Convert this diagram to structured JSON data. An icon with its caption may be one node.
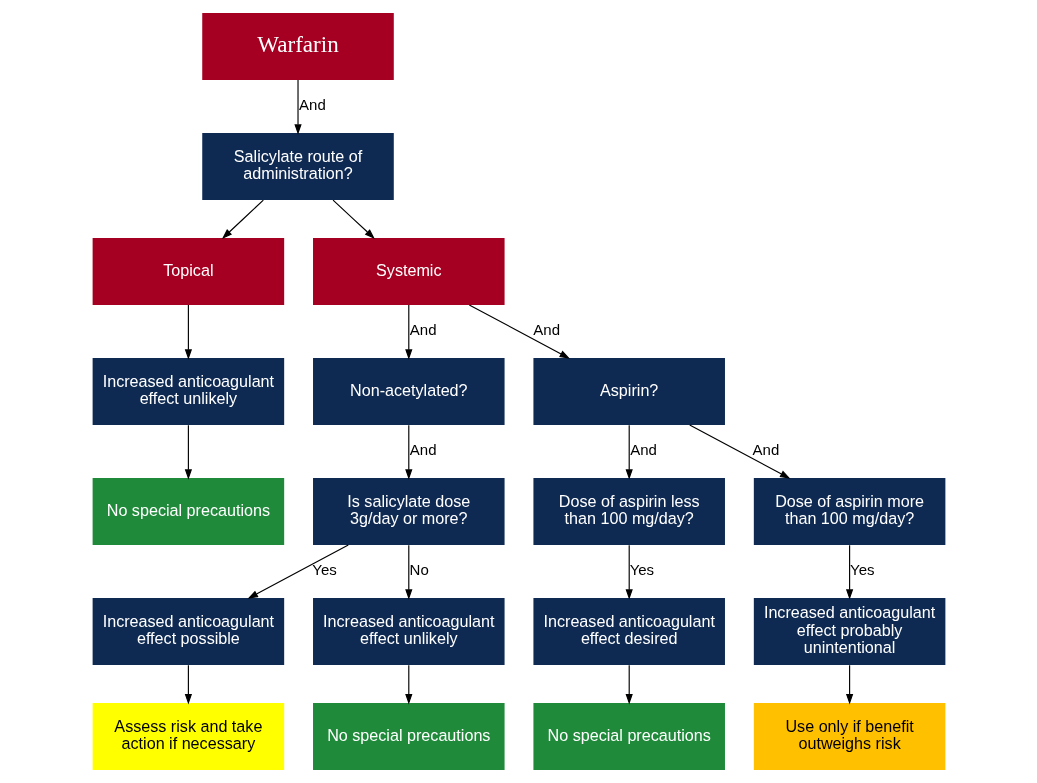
{
  "diagram": {
    "nodes": [
      {
        "text": [
          "Warfarin"
        ]
      },
      {
        "text": [
          "Salicylate route of administration?"
        ]
      },
      {
        "text": [
          "Topical"
        ]
      },
      {
        "text": [
          "Systemic"
        ]
      },
      {
        "text": [
          "Increased anticoagulant effect unlikely"
        ]
      },
      {
        "text": [
          "No special precautions"
        ]
      },
      {
        "text": [
          "Non-acetylated?"
        ]
      },
      {
        "text": [
          "Aspirin?"
        ]
      },
      {
        "text": [
          "Is salicylate dose 3g/day or more?"
        ]
      },
      {
        "text": [
          "Dose of aspirin less than 100 mg/day?"
        ]
      },
      {
        "text": [
          "Dose of aspirin more than 100 mg/day?"
        ]
      },
      {
        "text": [
          "Increased anticoagulant effect possible"
        ]
      },
      {
        "text": [
          "Increased anticoagulant effect unlikely"
        ]
      },
      {
        "text": [
          "Increased anticoagulant effect desired"
        ]
      },
      {
        "text": [
          "Increased anticoagulant effect probably unintentional"
        ]
      },
      {
        "text": [
          "Assess risk and take action if necessary"
        ]
      },
      {
        "text": [
          "No special precautions"
        ]
      },
      {
        "text": [
          "No special precautions"
        ]
      },
      {
        "text": [
          "Use only if benefit outweighs risk"
        ]
      }
    ],
    "edges": [
      {
        "from": 0,
        "to": 1,
        "arrow": "to",
        "label": "And"
      },
      {
        "from": 1,
        "to": 2,
        "arrow": "to"
      },
      {
        "from": 1,
        "to": 3,
        "arrow": "to"
      },
      {
        "from": 2,
        "to": 4,
        "arrow": "to"
      },
      {
        "from": 4,
        "to": 5,
        "arrow": "to"
      },
      {
        "from": 3,
        "to": 6,
        "arrow": "to",
        "label": "And"
      },
      {
        "from": 3,
        "to": 7,
        "arrow": "to",
        "label": "And"
      },
      {
        "from": 6,
        "to": 8,
        "arrow": "to",
        "label": "And"
      },
      {
        "from": 7,
        "to": 9,
        "arrow": "to",
        "label": "And"
      },
      {
        "from": 7,
        "to": 10,
        "arrow": "to",
        "label": "And"
      },
      {
        "from": 8,
        "to": 11,
        "arrow": "to",
        "label": "Yes"
      },
      {
        "from": 8,
        "to": 12,
        "arrow": "to",
        "label": "No"
      },
      {
        "from": 9,
        "to": 13,
        "arrow": "to",
        "label": "Yes"
      },
      {
        "from": 10,
        "to": 14,
        "arrow": "to",
        "label": "Yes"
      },
      {
        "from": 11,
        "to": 15,
        "arrow": "to"
      },
      {
        "from": 12,
        "to": 16,
        "arrow": "to"
      },
      {
        "from": 13,
        "to": 17,
        "arrow": "to"
      },
      {
        "from": 14,
        "to": 18,
        "arrow": "to"
      }
    ]
  }
}
